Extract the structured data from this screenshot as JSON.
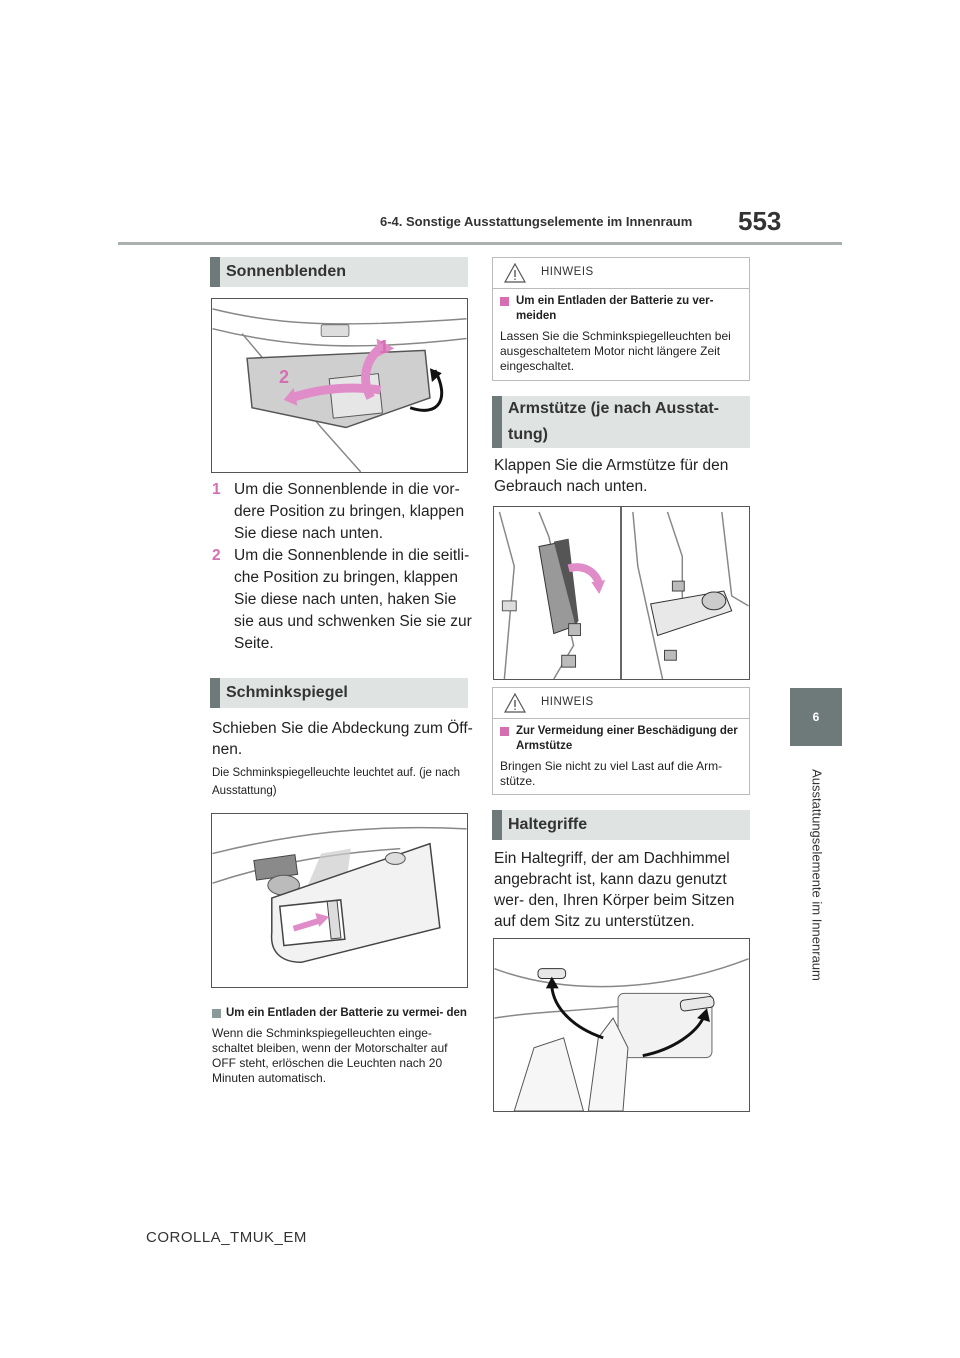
{
  "header": {
    "section_title": "6-4. Sonstige Ausstattungselemente im Innenraum",
    "page_number": "553"
  },
  "chapter_tab": {
    "number": "6",
    "title": "Ausstattungselemente im Innenraum"
  },
  "left": {
    "sonnenblenden": {
      "heading": "Sonnenblenden",
      "figure_labels": [
        "1",
        "2"
      ],
      "steps": [
        {
          "num": "1",
          "text": "Um die Sonnenblende in die vor- dere Position zu bringen, klappen Sie diese nach unten."
        },
        {
          "num": "2",
          "text": "Um die Sonnenblende in die seitli- che Position zu bringen, klappen Sie diese nach unten, haken Sie sie aus und schwenken Sie sie zur Seite."
        }
      ]
    },
    "schminkspiegel": {
      "heading": "Schminkspiegel",
      "body": "Schieben Sie die Abdeckung zum Öff- nen.",
      "note": "Die Schminkspiegelleuchte leuchtet auf. (je nach Ausstattung)",
      "info_title": "Um ein Entladen der Batterie zu vermei- den",
      "info_body": "Wenn die Schminkspiegelleuchten einge- schaltet bleiben, wenn der Motorschalter auf OFF steht, erlöschen die Leuchten nach 20 Minuten automatisch."
    }
  },
  "right": {
    "hinweis1": {
      "label": "HINWEIS",
      "title": "Um ein Entladen der Batterie zu ver- meiden",
      "body": "Lassen Sie die Schminkspiegelleuchten bei ausgeschaltetem Motor nicht längere Zeit eingeschaltet."
    },
    "armstuetze": {
      "heading_line1": "Armstütze (je nach Ausstat-",
      "heading_line2": "tung)",
      "body": "Klappen Sie die Armstütze für den Gebrauch nach unten."
    },
    "hinweis2": {
      "label": "HINWEIS",
      "title": "Zur Vermeidung einer Beschädigung der Armstütze",
      "body": "Bringen Sie nicht zu viel Last auf die Arm- stütze."
    },
    "haltegriffe": {
      "heading": "Haltegriffe",
      "body": "Ein Haltegriff, der am Dachhimmel angebracht ist, kann dazu genutzt wer- den, Ihren Körper beim Sitzen auf dem Sitz zu unterstützen."
    }
  },
  "footer": {
    "model": "COROLLA_TMUK_EM"
  },
  "colors": {
    "accent_gray": "#6e7a79",
    "heading_bg": "#dfe3e2",
    "step_pink": "#d66fb2",
    "arrow_pink": "#e08cc8"
  }
}
